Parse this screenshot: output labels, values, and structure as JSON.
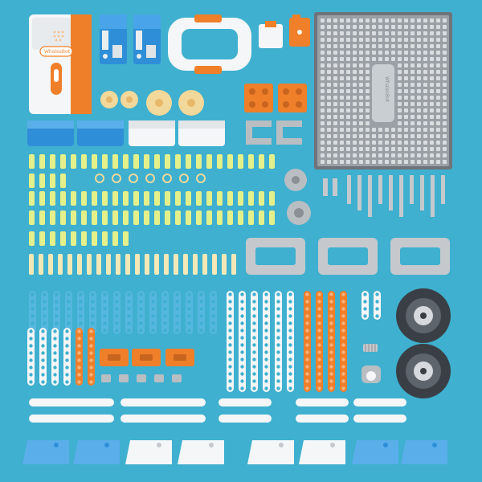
{
  "scene": {
    "description_label": "Robotics kit parts flat-lay",
    "colors": {
      "background": "#3fb0cf",
      "orange": "#f07f2a",
      "white": "#f4f6f7",
      "grey": "#b9bec3",
      "dark_grey": "#6f747a",
      "blue": "#2e8fd8",
      "yellow_green": "#e4f08a",
      "beige": "#f5e8b7",
      "rubber": "#3a3f45"
    }
  },
  "controller": {
    "brand_label": "WhalesBot"
  },
  "base_plate": {
    "brand_label": "WhalesBot"
  }
}
